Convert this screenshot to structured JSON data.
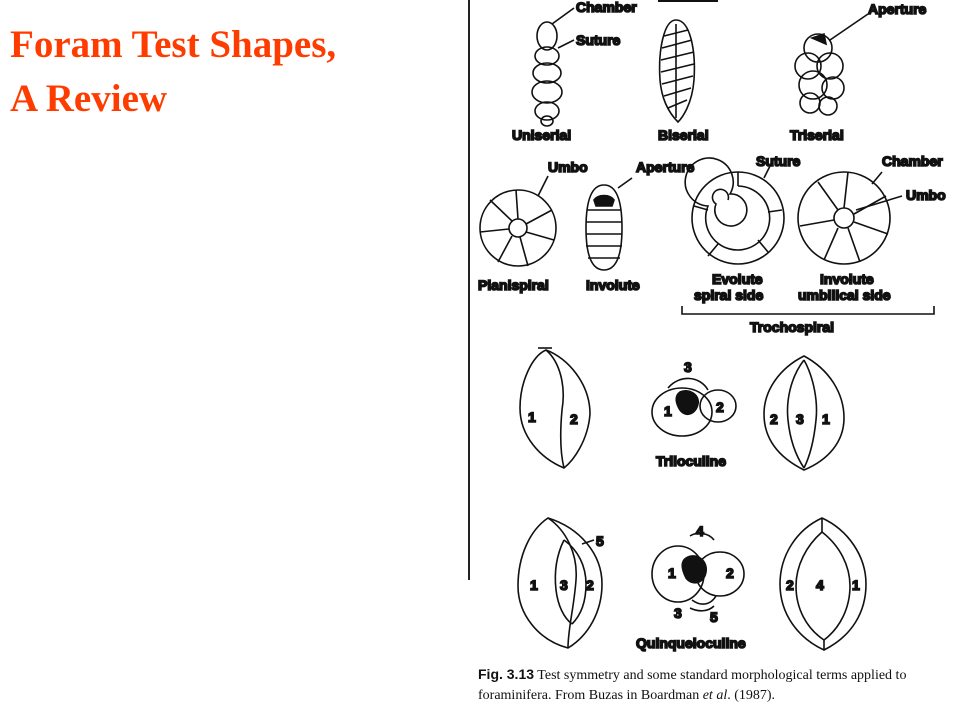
{
  "slide": {
    "title_line1": "Foram Test Shapes,",
    "title_line2": "A Review"
  },
  "figure": {
    "labels": {
      "chamber_top": "Chamber",
      "suture_top": "Suture",
      "aperture_top": "Aperture",
      "uniserial": "Uniserial",
      "biserial": "Biserial",
      "triserial": "Triserial",
      "umbo_left": "Umbo",
      "aperture_mid": "Aperture",
      "suture_mid": "Suture",
      "chamber_mid": "Chamber",
      "umbo_right": "Umbo",
      "planispiral": "Planispiral",
      "involute": "Involute",
      "evolute_1": "Evolute",
      "evolute_2": "spiral side",
      "involute_r1": "Involute",
      "involute_r2": "umbilical side",
      "trochospiral": "Trochospiral",
      "triloculine": "Triloculine",
      "quinqueloculine": "Quinqueloculine"
    },
    "numbers": {
      "tri_left_1": "1",
      "tri_left_2": "2",
      "tri_mid_3": "3",
      "tri_mid_1": "1",
      "tri_mid_2": "2",
      "tri_right_2": "2",
      "tri_right_3": "3",
      "tri_right_1": "1",
      "quin_left_5": "5",
      "quin_left_1": "1",
      "quin_left_3": "3",
      "quin_left_2": "2",
      "quin_mid_4": "4",
      "quin_mid_1": "1",
      "quin_mid_2": "2",
      "quin_mid_3": "3",
      "quin_mid_5": "5",
      "quin_right_2": "2",
      "quin_right_4": "4",
      "quin_right_1": "1"
    },
    "caption_label": "Fig. 3.13",
    "caption_text": " Test symmetry and some standard morphological terms applied to foraminifera. From Buzas in Boardman ",
    "caption_etal": "et al",
    "caption_end": ". (1987)."
  }
}
